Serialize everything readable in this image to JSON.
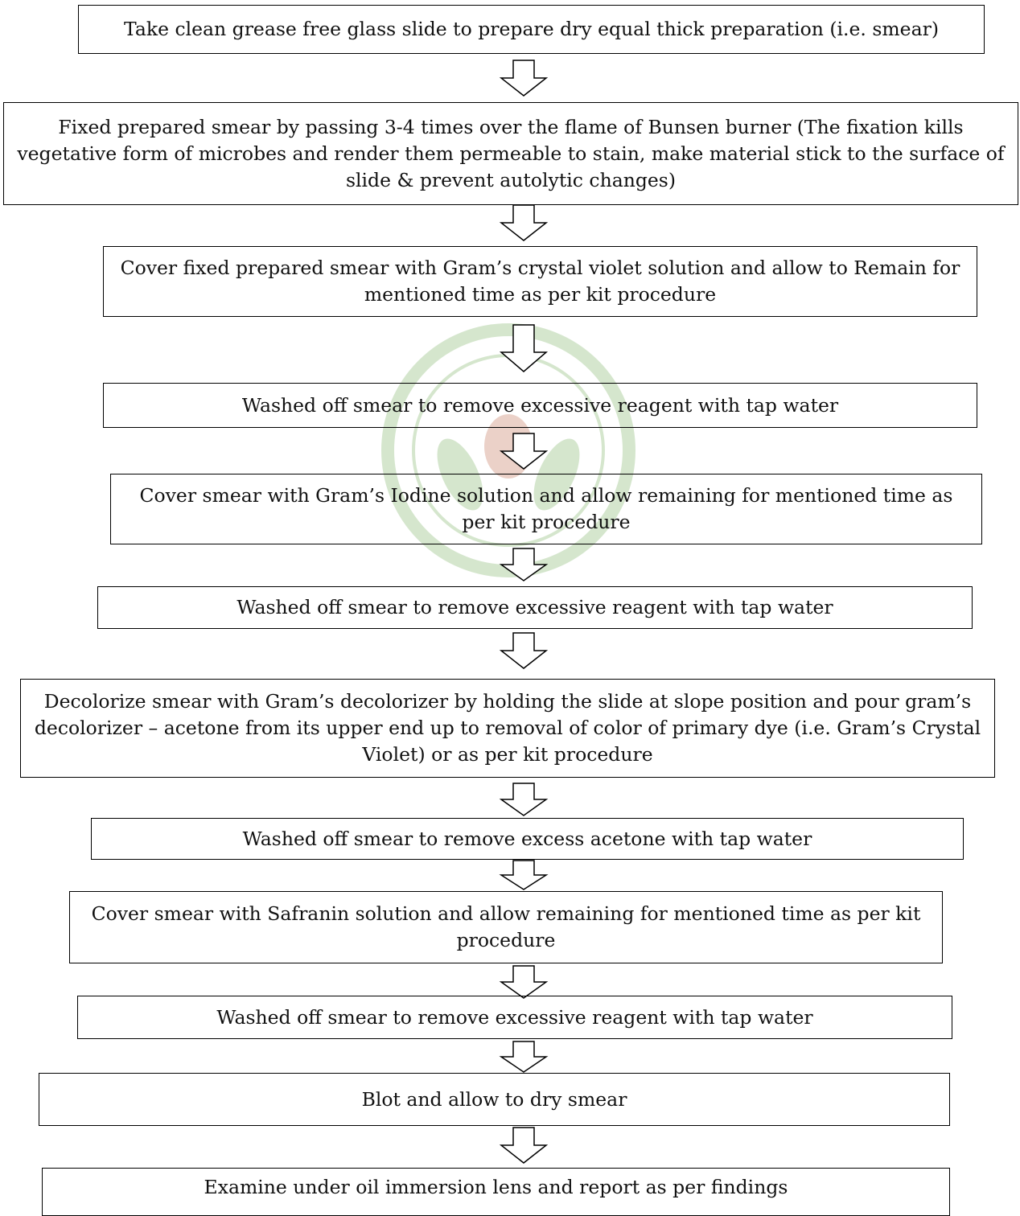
{
  "steps": [
    "Take clean grease free glass slide to prepare dry equal thick preparation (i.e. smear)",
    "Fixed prepared smear by passing 3-4 times over the flame of Bunsen burner (The fixation kills vegetative form of microbes and render them permeable to stain, make material stick to the surface of slide & prevent autolytic changes)",
    "Cover fixed prepared smear with Gram’s crystal violet solution and allow to Remain for mentioned time as per kit procedure",
    "Washed off smear to remove excessive reagent with tap water",
    "Cover smear with Gram’s Iodine solution and allow remaining for mentioned time as per kit procedure",
    "Washed off smear to remove excessive reagent with tap water",
    "Decolorize smear with Gram’s decolorizer by holding the slide at slope position and pour gram’s decolorizer – acetone from its upper end up to removal of color of primary dye (i.e. Gram’s Crystal Violet) or as per kit procedure",
    "Washed off smear to remove excess acetone with tap water",
    "Cover smear with Safranin solution and allow remaining for mentioned time as per kit procedure",
    "Washed off smear to remove excessive reagent with tap water",
    "Blot and allow to dry smear",
    "Examine under oil immersion lens and report as per findings"
  ],
  "colors": {
    "border": "#000000",
    "text": "#111111",
    "watermark": "#6aa84f"
  }
}
